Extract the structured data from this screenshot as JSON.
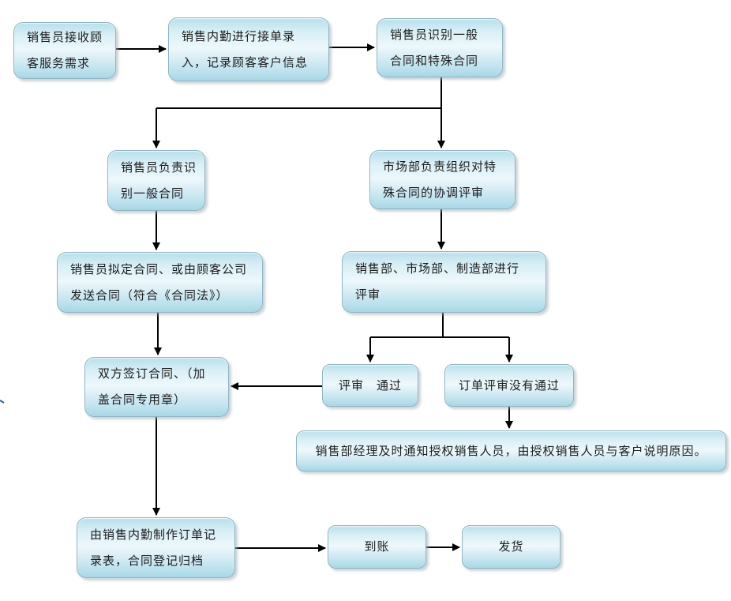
{
  "diagram": {
    "type": "flowchart",
    "language": "zh-CN",
    "node_fill_top": "#b7dfeb",
    "node_fill_middle": "#edf8fb",
    "node_fill_bottom": "#a9d7e5",
    "node_border_color": "#8fb4c2",
    "arrow_color": "#000000",
    "text_color": "#1c1c1c",
    "background_color": "#ffffff"
  },
  "nodes": {
    "receive_demand": {
      "text": "销售员接收顾客服务需求",
      "lines": [
        "销售员接收顾",
        "客服务需求"
      ]
    },
    "order_entry": {
      "text": "销售内勤进行接单录入，记录顾客客户信息",
      "lines": [
        "销售内勤进行接单录",
        "入，记录顾客客户信息"
      ]
    },
    "identify_contract": {
      "text": "销售员识别一般合同和特殊合同",
      "lines": [
        "销售员识别一般",
        "合同和特殊合同"
      ]
    },
    "general_contract": {
      "text": "销售员负责识别一般合同",
      "lines": [
        "销售员负责识",
        "别一般合同"
      ]
    },
    "special_review_org": {
      "text": "市场部负责组织对特殊合同的协调评审",
      "lines": [
        "市场部负责组织对特",
        "殊合同的协调评审"
      ]
    },
    "draft_contract": {
      "text": "销售员拟定合同、或由顾客公司发送合同（符合《合同法》）",
      "lines": [
        "销售员拟定合同、或由顾客公司",
        "发送合同（符合《合同法》）"
      ]
    },
    "joint_review": {
      "text": "销售部、市场部、制造部进行评审",
      "lines": [
        "销售部、市场部、制造部进行",
        "评审"
      ]
    },
    "sign_contract": {
      "text": "双方签订合同、（加盖合同专用章）",
      "lines": [
        "双方签订合同、（加",
        "盖合同专用章）"
      ]
    },
    "review_passed": {
      "text": "评审　通过",
      "lines": [
        "评审　通过"
      ]
    },
    "review_failed": {
      "text": "订单评审没有通过",
      "lines": [
        "订单评审没有通过"
      ]
    },
    "notify_customer": {
      "text": "销售部经理及时通知授权销售人员，由授权销售人员与客户说明原因。",
      "lines": [
        "销售部经理及时通知授权销售人员，由授权销售人员与客户说明原因。"
      ]
    },
    "order_record": {
      "text": "由销售内勤制作订单记录表，合同登记归档",
      "lines": [
        "由销售内勤制作订单记",
        "录表，合同登记归档"
      ]
    },
    "payment_received": {
      "text": "到账",
      "lines": [
        "到账"
      ]
    },
    "ship_goods": {
      "text": "发货",
      "lines": [
        "发货"
      ]
    }
  },
  "edges": [
    {
      "from": "receive_demand",
      "to": "order_entry"
    },
    {
      "from": "order_entry",
      "to": "identify_contract"
    },
    {
      "from": "identify_contract",
      "to": "general_contract"
    },
    {
      "from": "identify_contract",
      "to": "special_review_org"
    },
    {
      "from": "general_contract",
      "to": "draft_contract"
    },
    {
      "from": "special_review_org",
      "to": "joint_review"
    },
    {
      "from": "draft_contract",
      "to": "sign_contract"
    },
    {
      "from": "joint_review",
      "to": "review_passed"
    },
    {
      "from": "joint_review",
      "to": "review_failed"
    },
    {
      "from": "review_passed",
      "to": "sign_contract"
    },
    {
      "from": "review_failed",
      "to": "notify_customer"
    },
    {
      "from": "sign_contract",
      "to": "order_record"
    },
    {
      "from": "order_record",
      "to": "payment_received"
    },
    {
      "from": "payment_received",
      "to": "ship_goods"
    }
  ]
}
